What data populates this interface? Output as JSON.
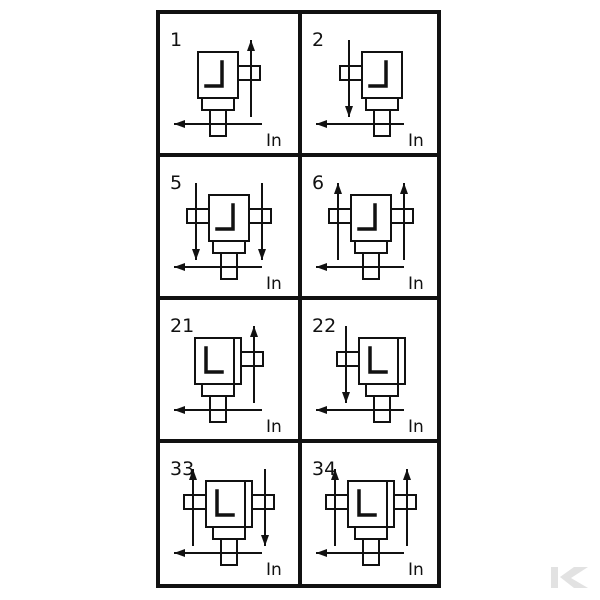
{
  "colors": {
    "ink": "#111111",
    "background": "#ffffff",
    "watermark": "#e2e2e2"
  },
  "input_label": "In",
  "watermark": {
    "icon": "kramp-k-logo"
  },
  "cells": [
    {
      "number": "1",
      "body": "single",
      "outputs": [
        {
          "side": "right",
          "dir": "up"
        }
      ]
    },
    {
      "number": "2",
      "body": "single",
      "outputs": [
        {
          "side": "left",
          "dir": "down"
        }
      ]
    },
    {
      "number": "5",
      "body": "single",
      "outputs": [
        {
          "side": "left",
          "dir": "down"
        },
        {
          "side": "right",
          "dir": "down"
        }
      ]
    },
    {
      "number": "6",
      "body": "single",
      "outputs": [
        {
          "side": "left",
          "dir": "up"
        },
        {
          "side": "right",
          "dir": "up"
        }
      ]
    },
    {
      "number": "21",
      "body": "double",
      "outputs": [
        {
          "side": "right",
          "dir": "up"
        }
      ]
    },
    {
      "number": "22",
      "body": "double",
      "outputs": [
        {
          "side": "left",
          "dir": "down"
        }
      ]
    },
    {
      "number": "33",
      "body": "double",
      "outputs": [
        {
          "side": "left",
          "dir": "up"
        },
        {
          "side": "right",
          "dir": "down"
        }
      ]
    },
    {
      "number": "34",
      "body": "double",
      "outputs": [
        {
          "side": "left",
          "dir": "up"
        },
        {
          "side": "right",
          "dir": "up"
        }
      ]
    }
  ]
}
